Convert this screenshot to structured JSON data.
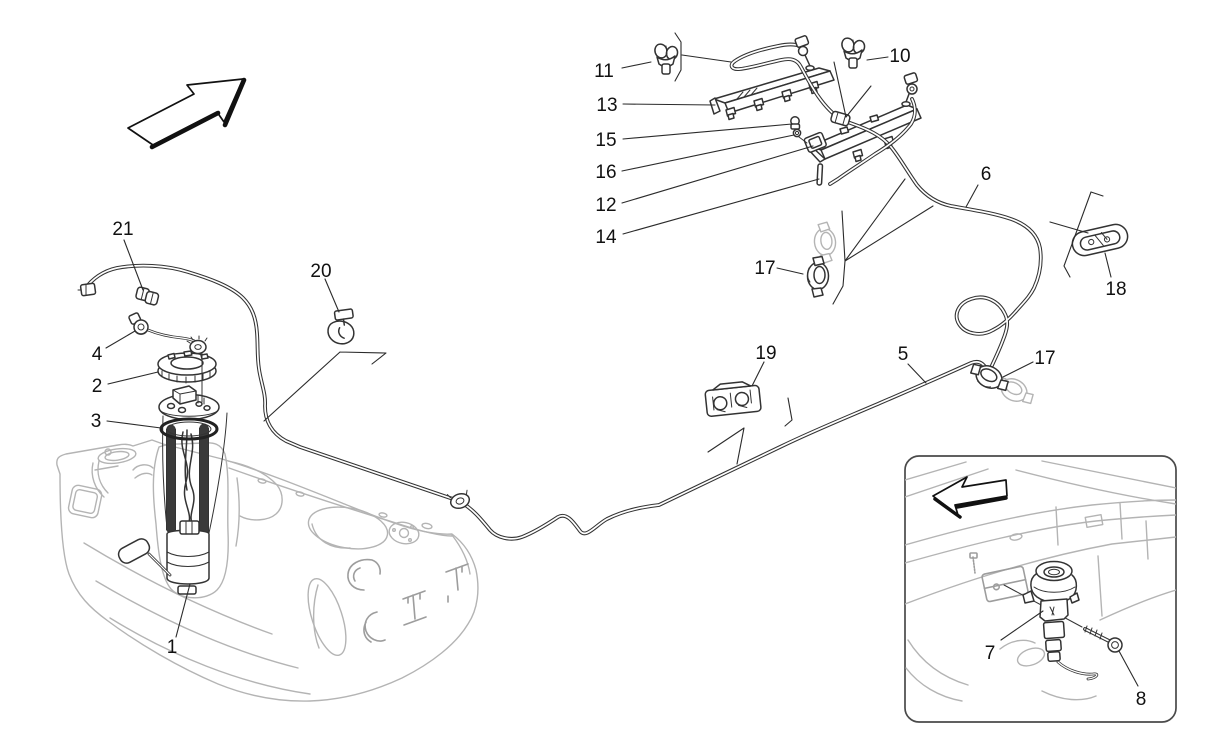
{
  "diagram": {
    "background": "#ffffff",
    "line_color": "#333333",
    "ghost_color": "#b4b4b4",
    "label_color": "#111111",
    "callouts": [
      {
        "id": "1",
        "label": "1"
      },
      {
        "id": "2",
        "label": "2"
      },
      {
        "id": "3",
        "label": "3"
      },
      {
        "id": "4",
        "label": "4"
      },
      {
        "id": "5",
        "label": "5"
      },
      {
        "id": "6",
        "label": "6"
      },
      {
        "id": "7",
        "label": "7"
      },
      {
        "id": "8",
        "label": "8"
      },
      {
        "id": "10",
        "label": "10"
      },
      {
        "id": "11",
        "label": "11"
      },
      {
        "id": "12",
        "label": "12"
      },
      {
        "id": "13",
        "label": "13"
      },
      {
        "id": "14",
        "label": "14"
      },
      {
        "id": "15",
        "label": "15"
      },
      {
        "id": "16",
        "label": "16"
      },
      {
        "id": "17-middle",
        "label": "17"
      },
      {
        "id": "17-right",
        "label": "17"
      },
      {
        "id": "18",
        "label": "18"
      },
      {
        "id": "19",
        "label": "19"
      },
      {
        "id": "20",
        "label": "20"
      },
      {
        "id": "21",
        "label": "21"
      }
    ],
    "icons": [
      {
        "name": "direction-arrow-up-right"
      },
      {
        "name": "direction-arrow-left"
      }
    ]
  }
}
